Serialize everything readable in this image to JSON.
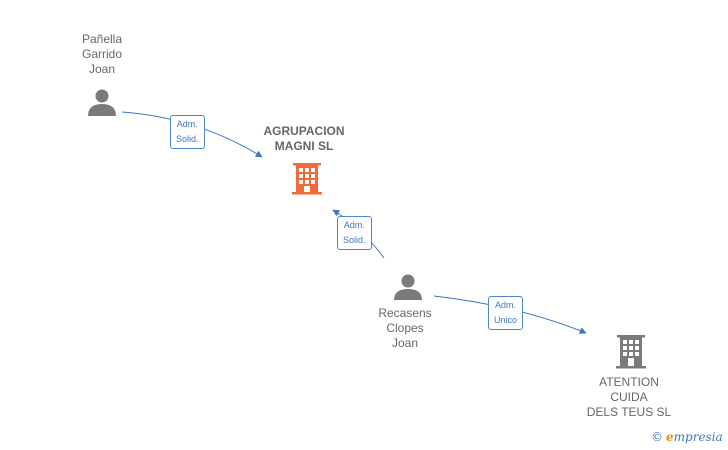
{
  "nodes": {
    "person_1": {
      "label": "Pañella\nGarrido\nJoan",
      "icon": "person-icon"
    },
    "company_1": {
      "label": "AGRUPACION\nMAGNI  SL",
      "icon": "building-icon",
      "color": "#f26a3a"
    },
    "person_2": {
      "label": "Recasens\nClopes\nJoan",
      "icon": "person-icon"
    },
    "company_2": {
      "label": "ATENTION\nCUIDA\nDELS TEUS  SL",
      "icon": "building-icon",
      "color": "#7a7a7a"
    }
  },
  "edges": {
    "edge_1": {
      "label": "Adm.\nSolid."
    },
    "edge_2": {
      "label": "Adm.\nSolid."
    },
    "edge_3": {
      "label": "Adm.\nUnico"
    }
  },
  "colors": {
    "edge": "#3a78c2",
    "person": "#7a7a7a"
  },
  "brand": {
    "copyright": "©",
    "initial": "e",
    "rest": "mpresia"
  }
}
